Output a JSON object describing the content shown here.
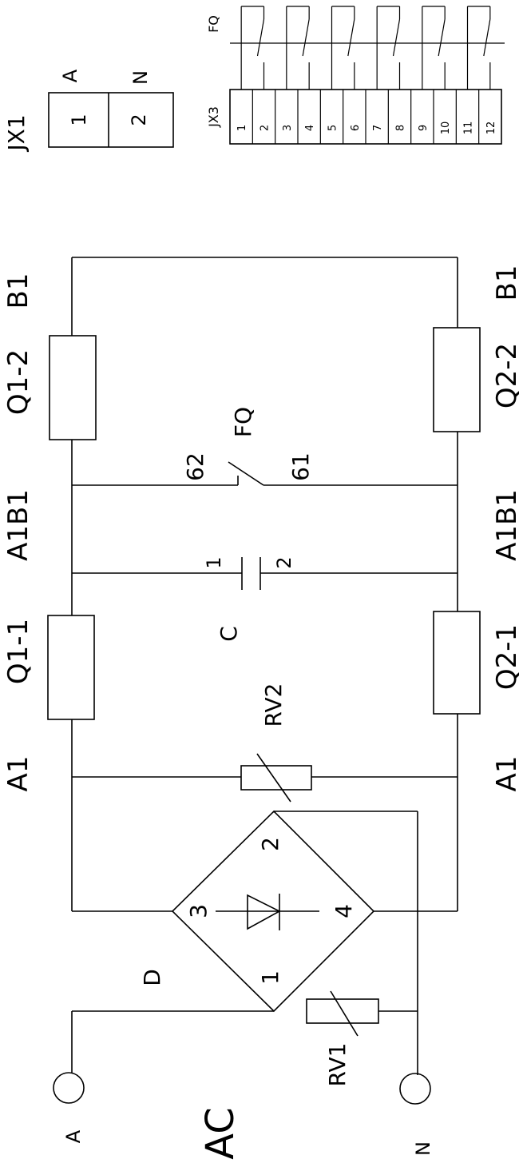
{
  "labels": {
    "jx1_title": "JX1",
    "jx1_a": "A",
    "jx1_n": "N",
    "jx1_t1": "1",
    "jx1_t2": "2",
    "jx3_title": "JX3",
    "fq_top": "FQ",
    "jx3_terminals": [
      "1",
      "2",
      "3",
      "4",
      "5",
      "6",
      "7",
      "8",
      "9",
      "10",
      "11",
      "12"
    ],
    "b1_left": "B1",
    "b1_right": "B1",
    "q1_2": "Q1-2",
    "q2_2": "Q2-2",
    "fq_mid": "FQ",
    "sixtytwo": "62",
    "sixtyone": "61",
    "a1b1_left": "A1B1",
    "a1b1_right": "A1B1",
    "cap_pin1": "1",
    "cap_pin2": "2",
    "cap_c": "C",
    "q1_1": "Q1-1",
    "q2_1": "Q2-1",
    "rv2": "RV2",
    "a1_left": "A1",
    "a1_right": "A1",
    "bridge_1": "1",
    "bridge_2": "2",
    "bridge_3": "3",
    "bridge_4": "4",
    "d": "D",
    "rv1": "RV1",
    "term_a": "A",
    "term_n": "N",
    "ac": "AC"
  }
}
